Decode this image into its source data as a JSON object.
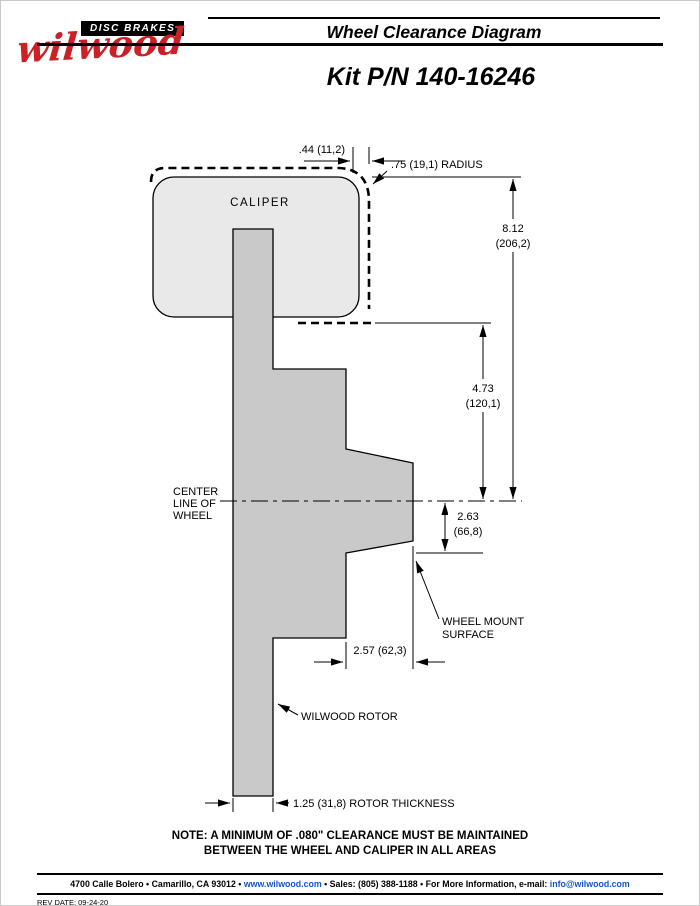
{
  "header": {
    "logo": {
      "badge": "DISC BRAKES",
      "brand": "wilwood"
    },
    "title": "Wheel Clearance Diagram"
  },
  "kit_title": "Kit P/N 140-16246",
  "diagram": {
    "caliper_label": "CALIPER",
    "centerline_label": {
      "l1": "CENTER",
      "l2": "LINE OF",
      "l3": "WHEEL"
    },
    "wheel_mount_label": {
      "l1": "WHEEL MOUNT",
      "l2": "SURFACE"
    },
    "rotor_label": "WILWOOD ROTOR",
    "dim_top_clearance": ".44 (11,2)",
    "dim_radius": ".75 (19,1) RADIUS",
    "dim_overall_in": "8.12",
    "dim_overall_mm": "(206,2)",
    "dim_caliper_in": "4.73",
    "dim_caliper_mm": "(120,1)",
    "dim_mount_in": "2.63",
    "dim_mount_mm": "(66,8)",
    "dim_offset": "2.57 (62,3)",
    "dim_rotor_thickness": "1.25 (31,8) ROTOR THICKNESS"
  },
  "note": {
    "line1": "NOTE: A MINIMUM OF .080\" CLEARANCE MUST BE MAINTAINED",
    "line2": "BETWEEN THE WHEEL AND CALIPER IN ALL AREAS"
  },
  "footer": {
    "address": "4700 Calle Bolero • Camarillo, CA 93012 • ",
    "website": "www.wilwood.com",
    "middle": " • Sales: (805) 388-1188 • For More Information, e-mail: ",
    "email": "info@wilwood.com",
    "rev_date": "REV DATE:  09-24-20"
  }
}
